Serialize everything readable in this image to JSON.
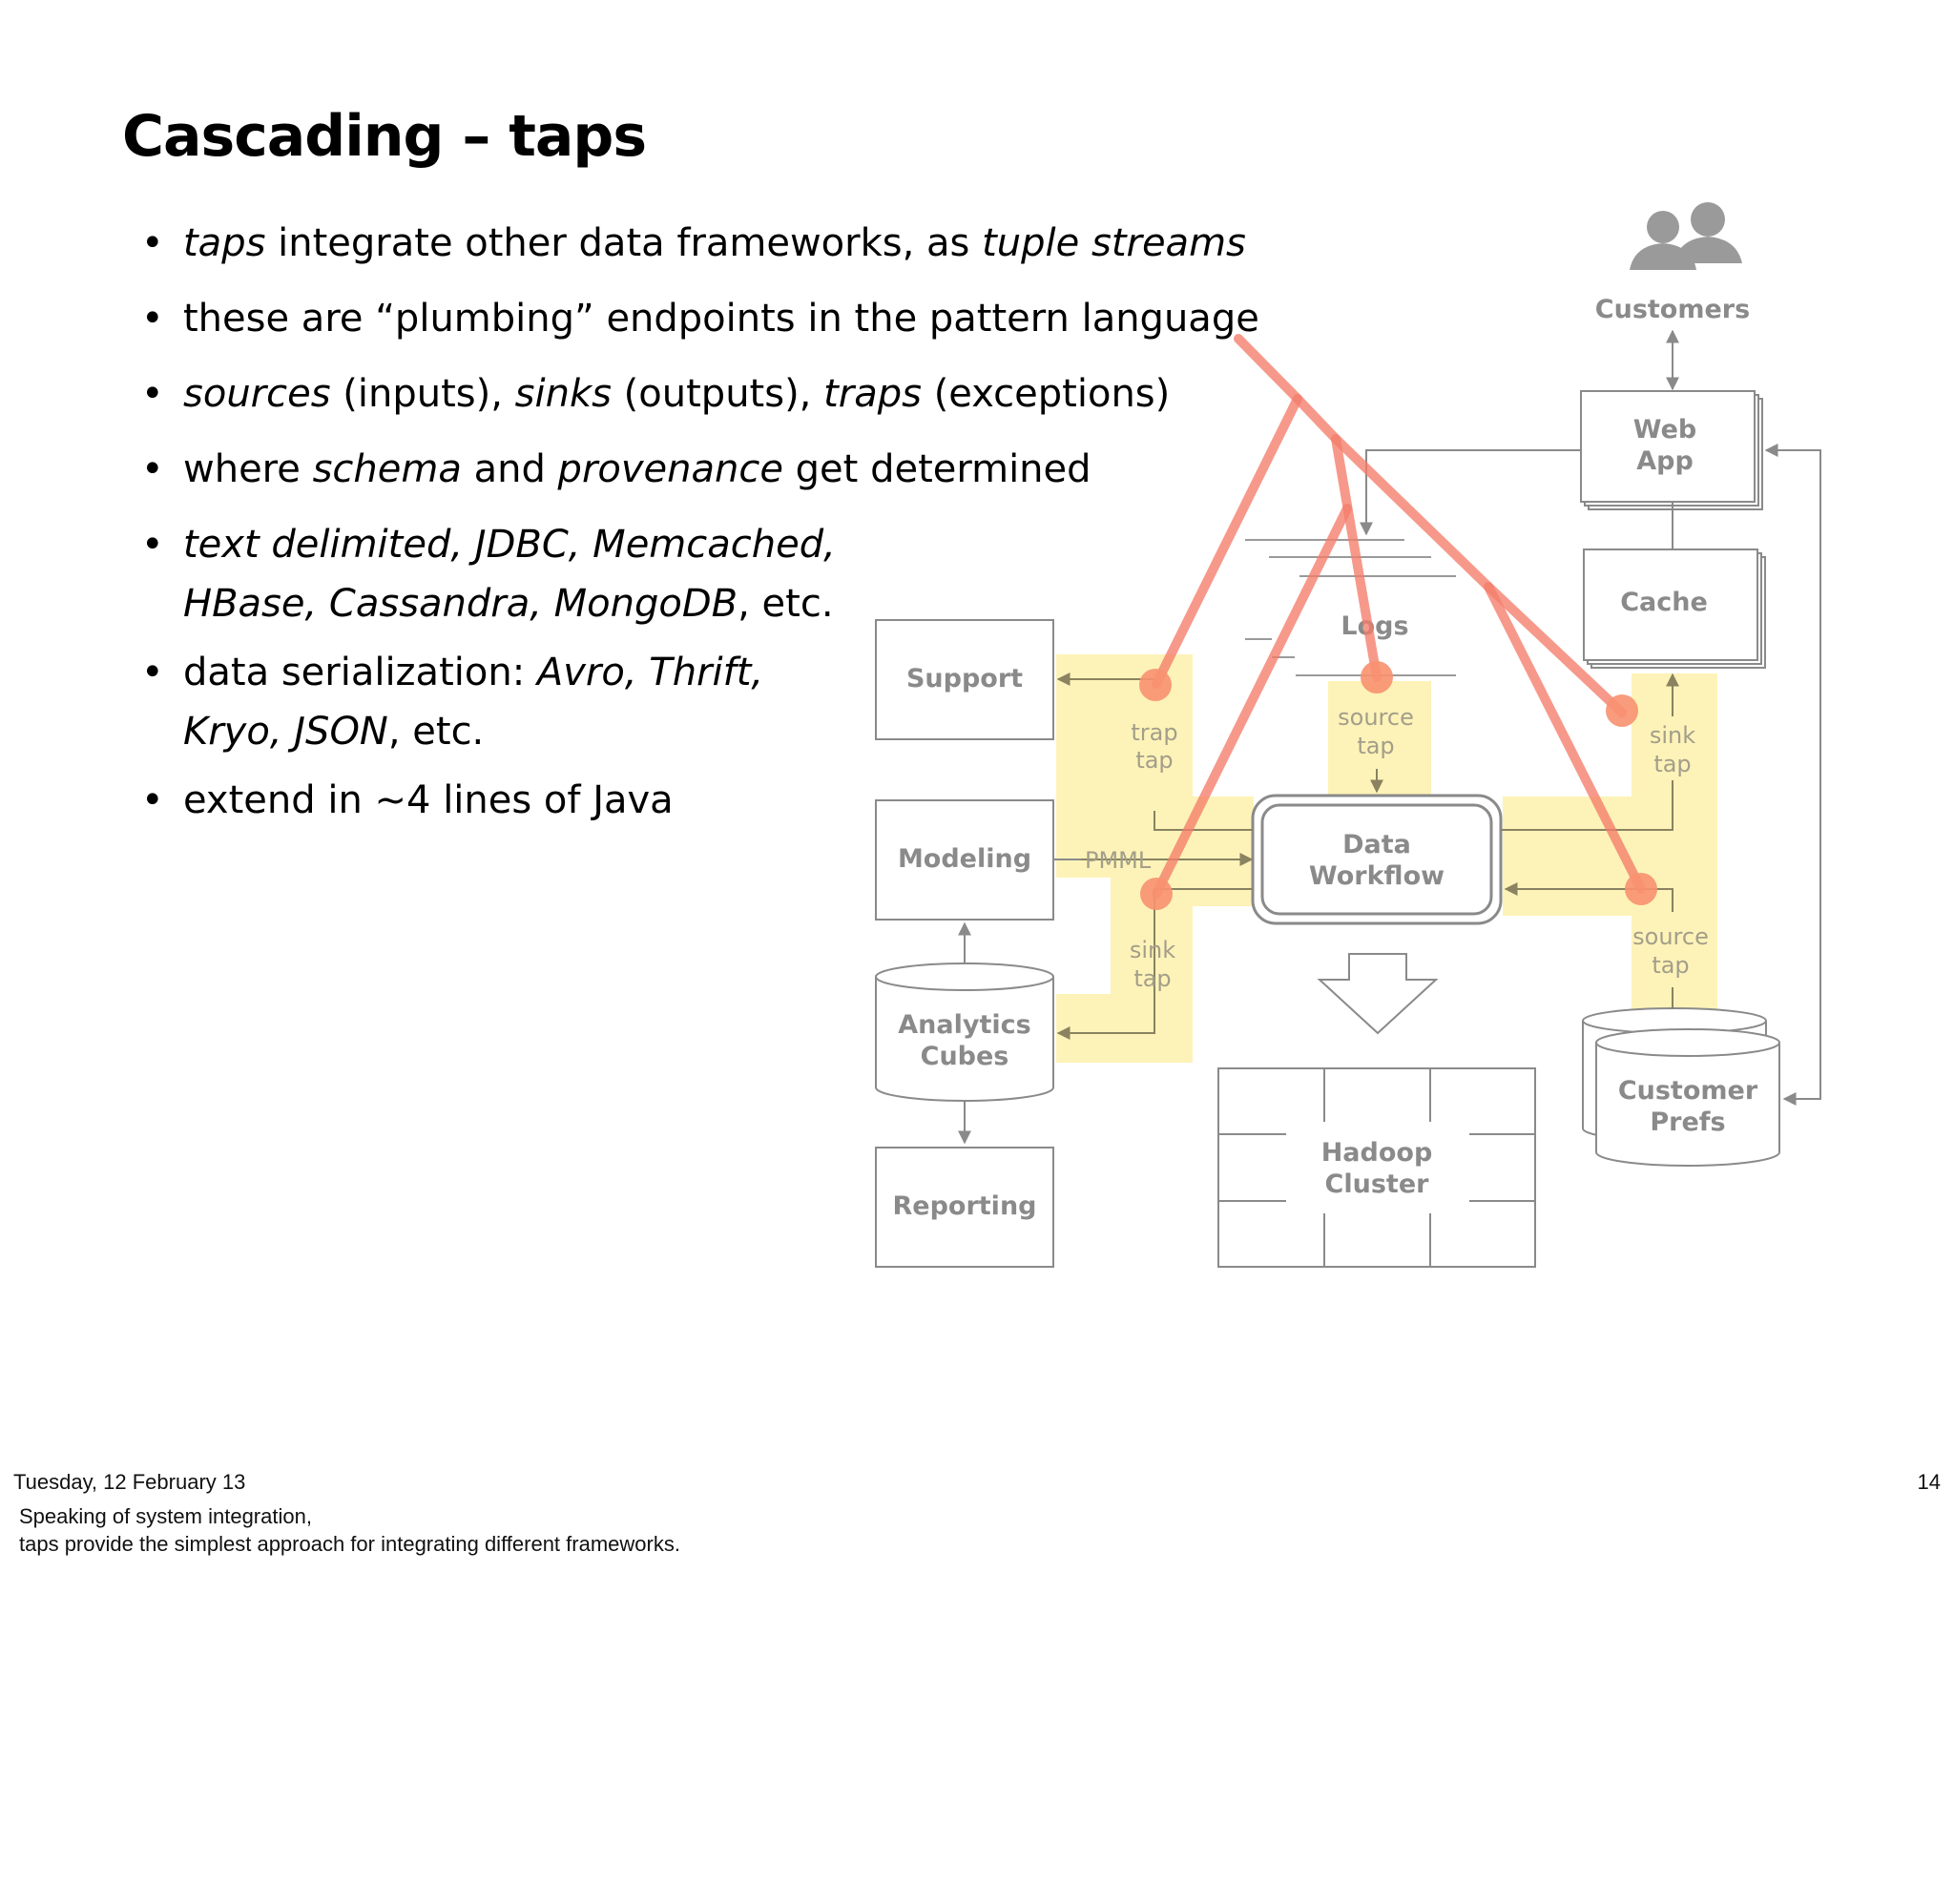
{
  "slide": {
    "title": "Cascading – taps",
    "bullets": [
      [
        {
          "t": "taps",
          "i": true
        },
        {
          "t": " integrate other data frameworks, as "
        },
        {
          "t": "tuple streams",
          "i": true
        }
      ],
      [
        {
          "t": "these are “plumbing” endpoints in the pattern language"
        }
      ],
      [
        {
          "t": "sources",
          "i": true
        },
        {
          "t": " (inputs), "
        },
        {
          "t": "sinks",
          "i": true
        },
        {
          "t": " (outputs), "
        },
        {
          "t": "traps",
          "i": true
        },
        {
          "t": " (exceptions)"
        }
      ],
      [
        {
          "t": "where "
        },
        {
          "t": "schema",
          "i": true
        },
        {
          "t": " and "
        },
        {
          "t": "provenance",
          "i": true
        },
        {
          "t": " get determined"
        }
      ],
      [
        {
          "t": "text delimited, JDBC, Memcached,",
          "i": true
        },
        {
          "br": true
        },
        {
          "t": "HBase, Cassandra, MongoDB",
          "i": true
        },
        {
          "t": ", etc."
        }
      ],
      [
        {
          "t": "data serialization: "
        },
        {
          "t": "Avro, Thrift,",
          "i": true
        },
        {
          "br": true
        },
        {
          "t": "Kryo, JSON",
          "i": true
        },
        {
          "t": ", etc."
        }
      ],
      [
        {
          "t": "extend in ~4 lines of Java"
        }
      ]
    ]
  },
  "footer": {
    "date": "Tuesday, 12 February 13",
    "page_number": "14",
    "notes_line1": "Speaking of system integration,",
    "notes_line2": "taps provide the simplest approach for integrating different frameworks."
  },
  "diagram": {
    "customers": "Customers",
    "web_app": [
      "Web",
      "App"
    ],
    "cache": "Cache",
    "logs": "Logs",
    "support": "Support",
    "modeling": "Modeling",
    "pmml": "PMML",
    "analytics_cubes": [
      "Analytics",
      "Cubes"
    ],
    "reporting": "Reporting",
    "data_workflow": [
      "Data",
      "Workflow"
    ],
    "hadoop_cluster": [
      "Hadoop",
      "Cluster"
    ],
    "customer_prefs": [
      "Customer",
      "Prefs"
    ],
    "trap_tap": [
      "trap",
      "tap"
    ],
    "source_tap_logs": [
      "source",
      "tap"
    ],
    "sink_tap_cache": [
      "sink",
      "tap"
    ],
    "sink_tap_cubes": [
      "sink",
      "tap"
    ],
    "source_tap_prefs": [
      "source",
      "tap"
    ]
  },
  "colors": {
    "highlight": "#fdf3b8",
    "annotation": "#f47c6a",
    "tap_dot": "#f8916f",
    "box_stroke": "#8a8a8a",
    "arrow": "#8a8260"
  },
  "icons": [
    "customers-icon",
    "down-arrow-icon"
  ]
}
